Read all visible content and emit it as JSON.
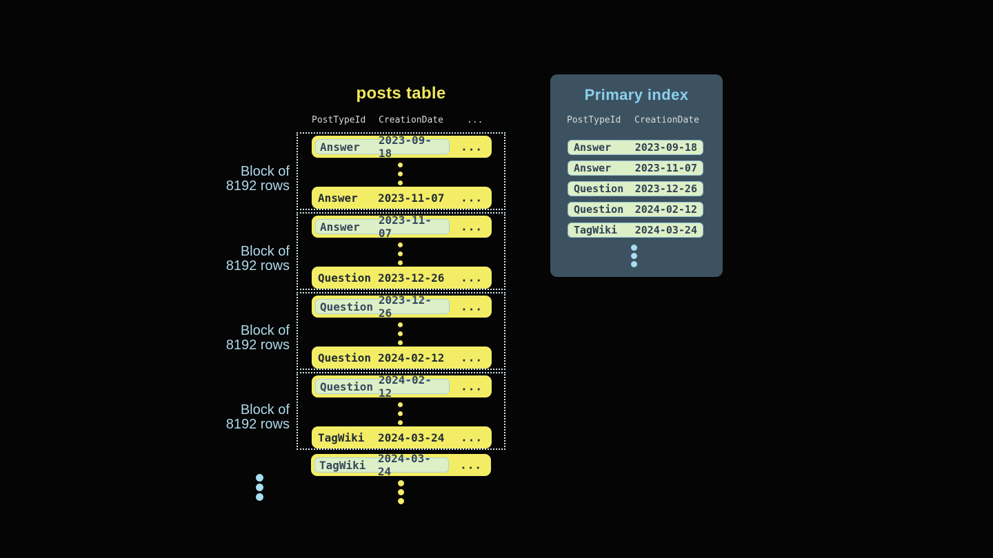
{
  "posts_table": {
    "title": "posts table",
    "columns": [
      "PostTypeId",
      "CreationDate",
      "..."
    ],
    "blocks": [
      {
        "label_lines": [
          "Block of",
          "8192 rows"
        ],
        "first_row": {
          "post_type": "Answer",
          "creation_date": "2023-09-18",
          "more": "...",
          "highlighted": true
        },
        "last_row": {
          "post_type": "Answer",
          "creation_date": "2023-11-07",
          "more": "...",
          "highlighted": false
        }
      },
      {
        "label_lines": [
          "Block of",
          "8192 rows"
        ],
        "first_row": {
          "post_type": "Answer",
          "creation_date": "2023-11-07",
          "more": "...",
          "highlighted": true
        },
        "last_row": {
          "post_type": "Question",
          "creation_date": "2023-12-26",
          "more": "...",
          "highlighted": false
        }
      },
      {
        "label_lines": [
          "Block of",
          "8192 rows"
        ],
        "first_row": {
          "post_type": "Question",
          "creation_date": "2023-12-26",
          "more": "...",
          "highlighted": true
        },
        "last_row": {
          "post_type": "Question",
          "creation_date": "2024-02-12",
          "more": "...",
          "highlighted": false
        }
      },
      {
        "label_lines": [
          "Block of",
          "8192 rows"
        ],
        "first_row": {
          "post_type": "Question",
          "creation_date": "2024-02-12",
          "more": "...",
          "highlighted": true
        },
        "last_row": {
          "post_type": "TagWiki",
          "creation_date": "2024-03-24",
          "more": "...",
          "highlighted": false
        }
      }
    ],
    "trailing_row": {
      "post_type": "TagWiki",
      "creation_date": "2024-03-24",
      "more": "...",
      "highlighted": true
    }
  },
  "primary_index": {
    "title": "Primary index",
    "columns": [
      "PostTypeId",
      "CreationDate"
    ],
    "entries": [
      {
        "post_type": "Answer",
        "creation_date": "2023-09-18"
      },
      {
        "post_type": "Answer",
        "creation_date": "2023-11-07"
      },
      {
        "post_type": "Question",
        "creation_date": "2023-12-26"
      },
      {
        "post_type": "Question",
        "creation_date": "2024-02-12"
      },
      {
        "post_type": "TagWiki",
        "creation_date": "2024-03-24"
      }
    ]
  },
  "colors": {
    "bg": "#050505",
    "row-yellow": "#f3ed66",
    "title-yellow": "#f0e95e",
    "mint": "#ddefc7",
    "mint-border": "#a6d3e2",
    "pill-border": "#8fbcd0",
    "panel-bg": "#3d5260",
    "accent-blue": "#8ad0ee",
    "label-blue": "#aed9ea",
    "dot-blue": "#a8dcf0",
    "dotted": "#d8ecf4",
    "header-gray": "#d6dadd",
    "text-plain": "#232c35",
    "text-hl": "#35495c",
    "text-pill": "#2e4154"
  }
}
